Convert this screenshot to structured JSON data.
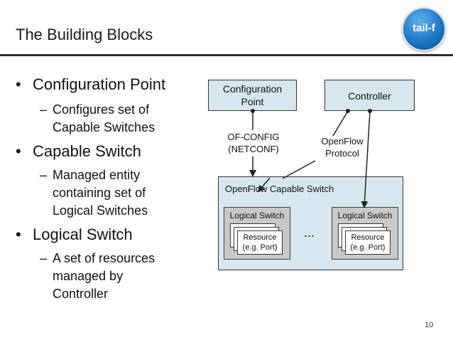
{
  "slide": {
    "title": "The Building Blocks",
    "logo_text": "tail-f",
    "page_number": "10"
  },
  "bullets": [
    {
      "text": "Configuration Point",
      "sub_lines": [
        "Configures set of",
        "Capable Switches"
      ]
    },
    {
      "text": "Capable Switch",
      "sub_lines": [
        "Managed entity",
        "containing set of",
        "Logical Switches"
      ]
    },
    {
      "text": "Logical Switch",
      "sub_lines": [
        "A set of resources",
        "managed by",
        "Controller"
      ]
    }
  ],
  "diagram": {
    "config_point": [
      "Configuration",
      "Point"
    ],
    "controller": "Controller",
    "of_config_label": [
      "OF-CONFIG",
      "(NETCONF)"
    ],
    "openflow_label": [
      "OpenFlow",
      "Protocol"
    ],
    "capable_switch": "OpenFlow Capable Switch",
    "logical_switch_1": "Logical Switch",
    "logical_switch_2": "Logical Switch",
    "resource_1": [
      "Resource",
      "(e.g. Port)"
    ],
    "resource_2": [
      "Resource",
      "(e.g. Port)"
    ],
    "ellipsis": "..."
  }
}
